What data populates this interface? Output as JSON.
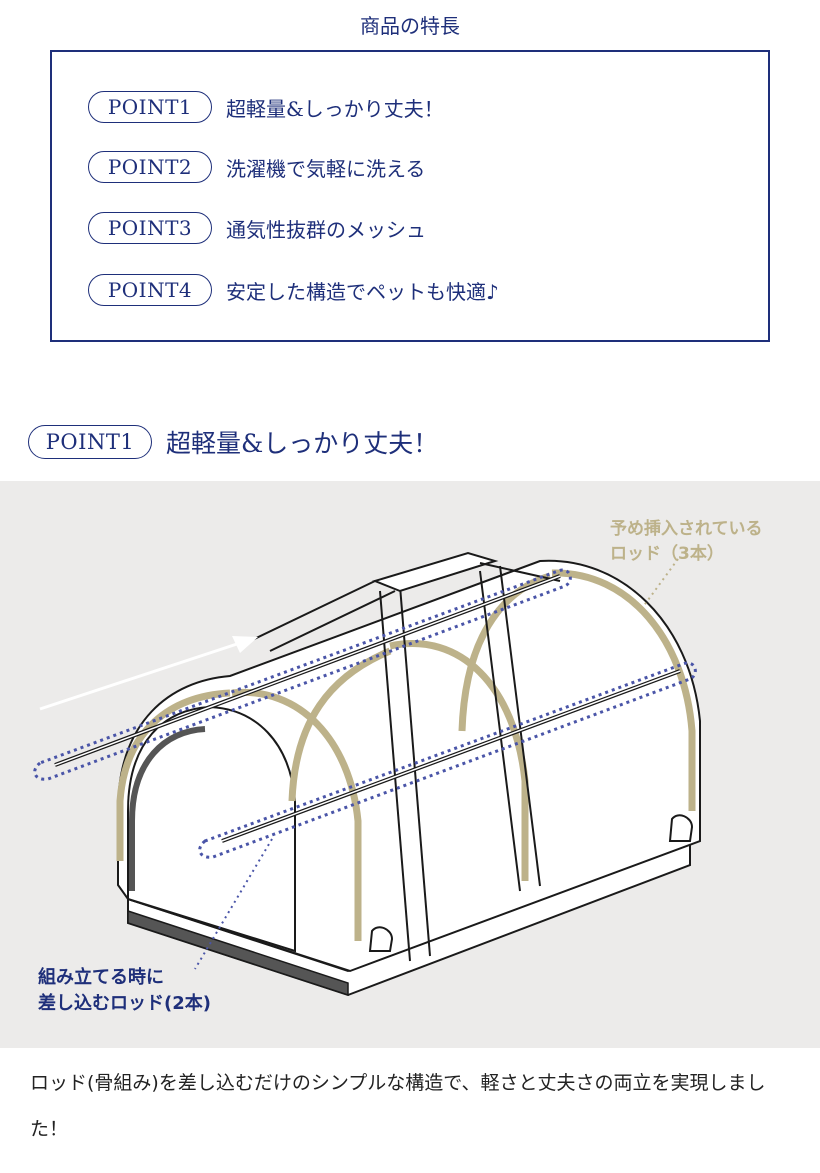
{
  "features": {
    "title": "商品の特長",
    "points": [
      {
        "badge": "POINT1",
        "text": "超軽量&しっかり丈夫！"
      },
      {
        "badge": "POINT2",
        "text": "洗濯機で気軽に洗える"
      },
      {
        "badge": "POINT3",
        "text": "通気性抜群のメッシュ"
      },
      {
        "badge": "POINT4",
        "text": "安定した構造でペットも快適♪"
      }
    ]
  },
  "section": {
    "badge": "POINT1",
    "title": "超軽量&しっかり丈夫！"
  },
  "illustration": {
    "label_preinserted_line1": "予め挿入されている",
    "label_preinserted_line2": "ロッド（3本）",
    "label_insert_line1": "組み立てる時に",
    "label_insert_line2": "差し込むロッド(2本)"
  },
  "caption": "ロッド(骨組み)を差し込むだけのシンプルな構造で、軽さと丈夫さの両立を実現しました！",
  "colors": {
    "navy": "#1e2f7a",
    "rod_beige": "#bdb28a",
    "panel_gray": "#ecebea",
    "dotted_blue": "#4a55a8"
  }
}
